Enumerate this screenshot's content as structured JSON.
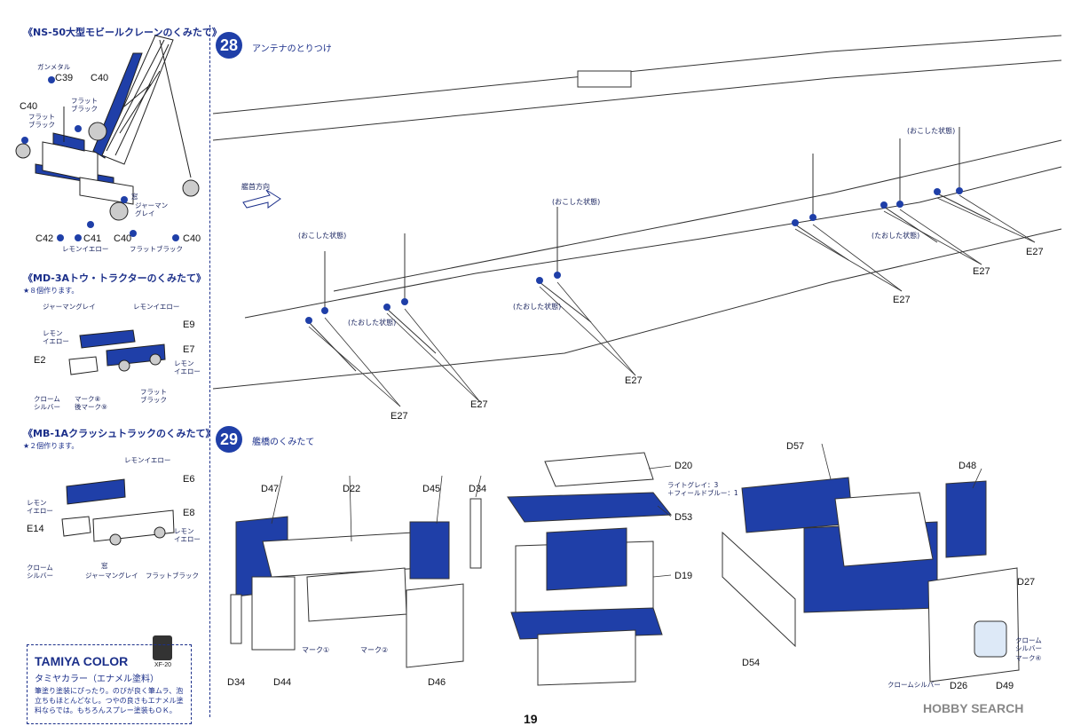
{
  "left": {
    "crane": {
      "heading": "《NS-50大型モビールクレーンのくみたて》",
      "labels": {
        "gunmetal": "ガンメタル",
        "c39": "C39",
        "flat_black1": "フラット\nブラック",
        "c40a": "C40",
        "c40b": "C40",
        "flat_black2": "フラット\nブラック",
        "window": "窓",
        "german_grey": "ジャーマン\nグレイ",
        "c42": "C42",
        "c41": "C41",
        "c40c": "C40",
        "c40d": "C40",
        "lemon_yellow": "レモンイエロー",
        "flat_black3": "フラットブラック"
      }
    },
    "tractor": {
      "heading": "《MD-3Aトウ・トラクターのくみたて》",
      "note": "★８個作ります。",
      "labels": {
        "german_grey": "ジャーマングレイ",
        "lemon_yellow1": "レモンイエロー",
        "e9": "E9",
        "lemon_yellow2": "レモン\nイエロー",
        "e7": "E7",
        "e2": "E2",
        "lemon_yellow3": "レモン\nイエロー",
        "chrome_silver": "クローム\nシルバー",
        "mark": "マーク⑧\n後マーク⑨",
        "flat_black": "フラット\nブラック"
      }
    },
    "truck": {
      "heading": "《MB-1Aクラッシュトラックのくみたて》",
      "note": "★２個作ります。",
      "labels": {
        "lemon_yellow1": "レモンイエロー",
        "e6": "E6",
        "lemon_yellow2": "レモン\nイエロー",
        "e8": "E8",
        "e14": "E14",
        "lemon_yellow3": "レモン\nイエロー",
        "chrome_silver": "クローム\nシルバー",
        "window": "窓",
        "german_grey": "ジャーマングレイ",
        "flat_black": "フラットブラック"
      }
    },
    "tamiya": {
      "title": "TAMIYA COLOR",
      "subtitle": "タミヤカラー（エナメル塗料）",
      "text": "筆塗り塗装にぴったり。のびが良く筆ムラ、泡立ちもほとんどなし。つやの良さもエナメル塗料ならでは。もちろんスプレー塗装もＯＫ。",
      "bottle_label": "XF-20"
    }
  },
  "step28": {
    "number": "28",
    "title": "アンテナのとりつけ",
    "bow_direction": "艦首方向",
    "raised": "(おこした状態)",
    "lowered": "(たおした状態)",
    "part": "E27"
  },
  "step29": {
    "number": "29",
    "title": "艦橋のくみたて",
    "parts": {
      "d47": "D47",
      "d22": "D22",
      "d45": "D45",
      "d34a": "D34",
      "d34b": "D34",
      "d44": "D44",
      "d46": "D46",
      "d20": "D20",
      "d53": "D53",
      "d19": "D19",
      "d57": "D57",
      "d48": "D48",
      "d27": "D27",
      "d54": "D54",
      "d26": "D26",
      "d49": "D49"
    },
    "mark1": "マーク①",
    "mark2": "マーク②",
    "mark4": "マーク④",
    "light_grey": "ライトグレイ：3\n＋フィールドブルー：1",
    "chrome_silver1": "クロームシルバー",
    "chrome_silver2": "クローム\nシルバー"
  },
  "page_number": "19",
  "watermark": "HOBBY SEARCH"
}
